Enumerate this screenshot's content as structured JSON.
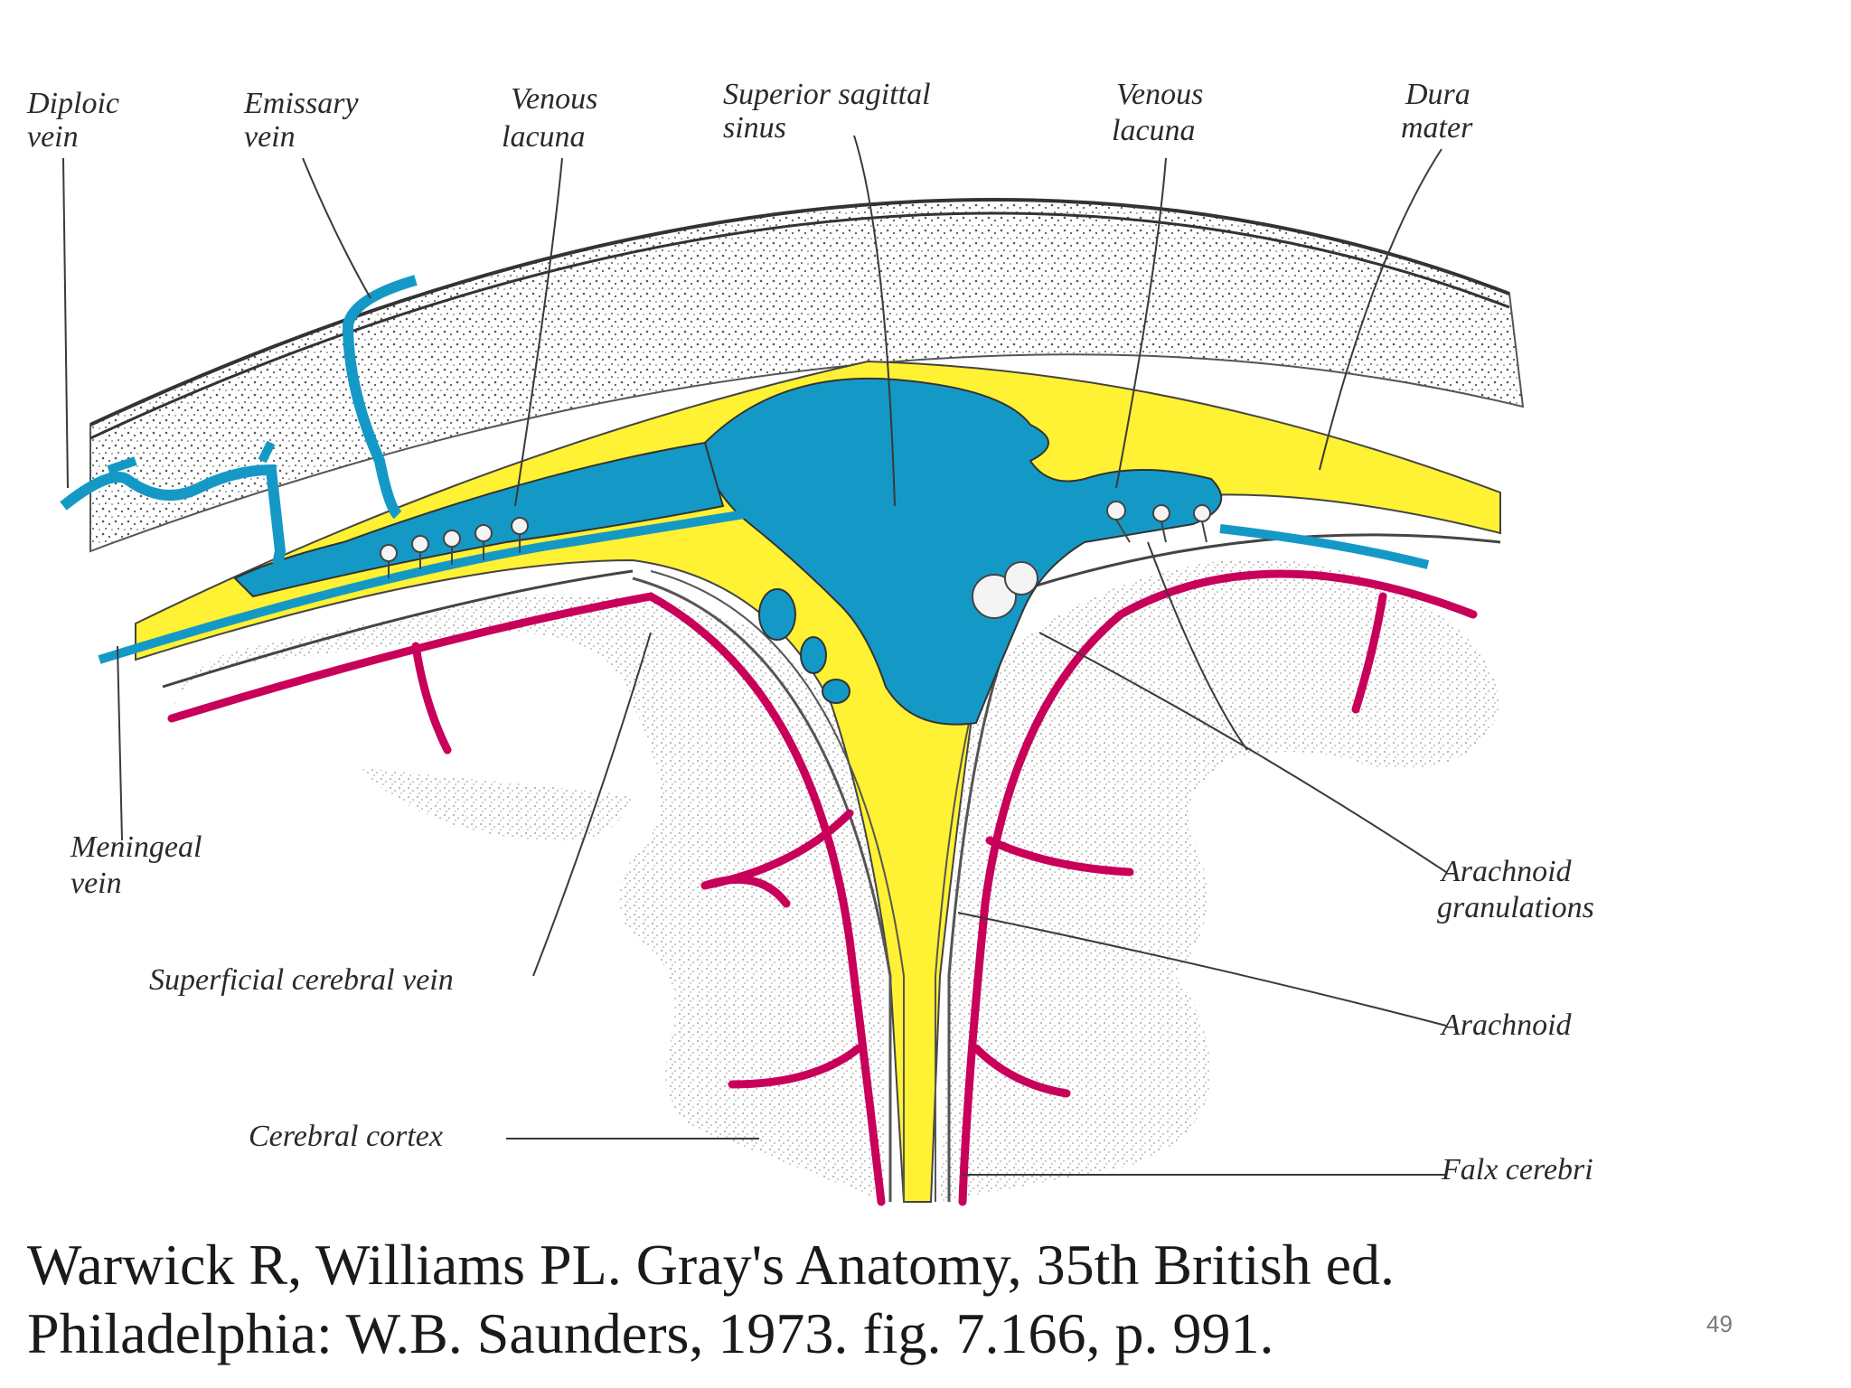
{
  "figure": {
    "labels": {
      "diploic_vein": [
        "Diploic",
        "vein"
      ],
      "emissary_vein": [
        "Emissary",
        "vein"
      ],
      "venous_lacuna_left": [
        "Venous",
        "lacuna"
      ],
      "superior_sagittal_sinus": [
        "Superior sagittal",
        "sinus"
      ],
      "venous_lacuna_right": [
        "Venous",
        "lacuna"
      ],
      "dura_mater": [
        "Dura",
        "mater"
      ],
      "meningeal_vein": [
        "Meningeal",
        "vein"
      ],
      "arachnoid_granulations": [
        "Arachnoid",
        "granulations"
      ],
      "superficial_cerebral_vein": "Superficial cerebral vein",
      "arachnoid": "Arachnoid",
      "cerebral_cortex": "Cerebral cortex",
      "falx_cerebri": "Falx cerebri"
    },
    "colors": {
      "venous_blood": "#1499c7",
      "dura": "#fff133",
      "cerebral_vein": "#c8005a",
      "bone_stipple": "#555555",
      "cortex_stipple": "#777777"
    }
  },
  "citation": {
    "line1": "Warwick R, Williams PL. Gray's Anatomy, 35th British ed.",
    "line2": "Philadelphia: W.B. Saunders, 1973. fig. 7.166, p. 991."
  },
  "slide_number": "49"
}
